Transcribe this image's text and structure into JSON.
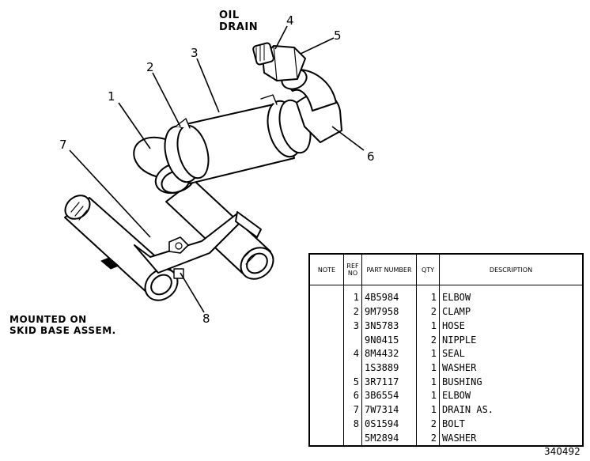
{
  "labels": {
    "oil_drain_line1": "OIL",
    "oil_drain_line2": "DRAIN",
    "mounted_line1": "MOUNTED ON",
    "mounted_line2": "SKID BASE ASSEM."
  },
  "callouts": [
    "1",
    "2",
    "3",
    "4",
    "5",
    "6",
    "7",
    "8"
  ],
  "table": {
    "headers": {
      "note": "NOTE",
      "ref": "REF NO",
      "part": "PART NUMBER",
      "qty": "QTY",
      "desc": "DESCRIPTION"
    },
    "rows": [
      {
        "ref": "1",
        "part": "4B5984",
        "qty": "1",
        "desc": "ELBOW"
      },
      {
        "ref": "2",
        "part": "9M7958",
        "qty": "2",
        "desc": "CLAMP"
      },
      {
        "ref": "3",
        "part": "3N5783",
        "qty": "1",
        "desc": "HOSE"
      },
      {
        "ref": "",
        "part": "9N0415",
        "qty": "2",
        "desc": "NIPPLE"
      },
      {
        "ref": "4",
        "part": "8M4432",
        "qty": "1",
        "desc": "SEAL"
      },
      {
        "ref": "",
        "part": "1S3889",
        "qty": "1",
        "desc": "WASHER"
      },
      {
        "ref": "5",
        "part": "3R7117",
        "qty": "1",
        "desc": "BUSHING"
      },
      {
        "ref": "6",
        "part": "3B6554",
        "qty": "1",
        "desc": "ELBOW"
      },
      {
        "ref": "7",
        "part": "7W7314",
        "qty": "1",
        "desc": "DRAIN AS."
      },
      {
        "ref": "8",
        "part": "0S1594",
        "qty": "2",
        "desc": "BOLT"
      },
      {
        "ref": "",
        "part": "5M2894",
        "qty": "2",
        "desc": "WASHER"
      }
    ]
  },
  "doc_number": "340492"
}
